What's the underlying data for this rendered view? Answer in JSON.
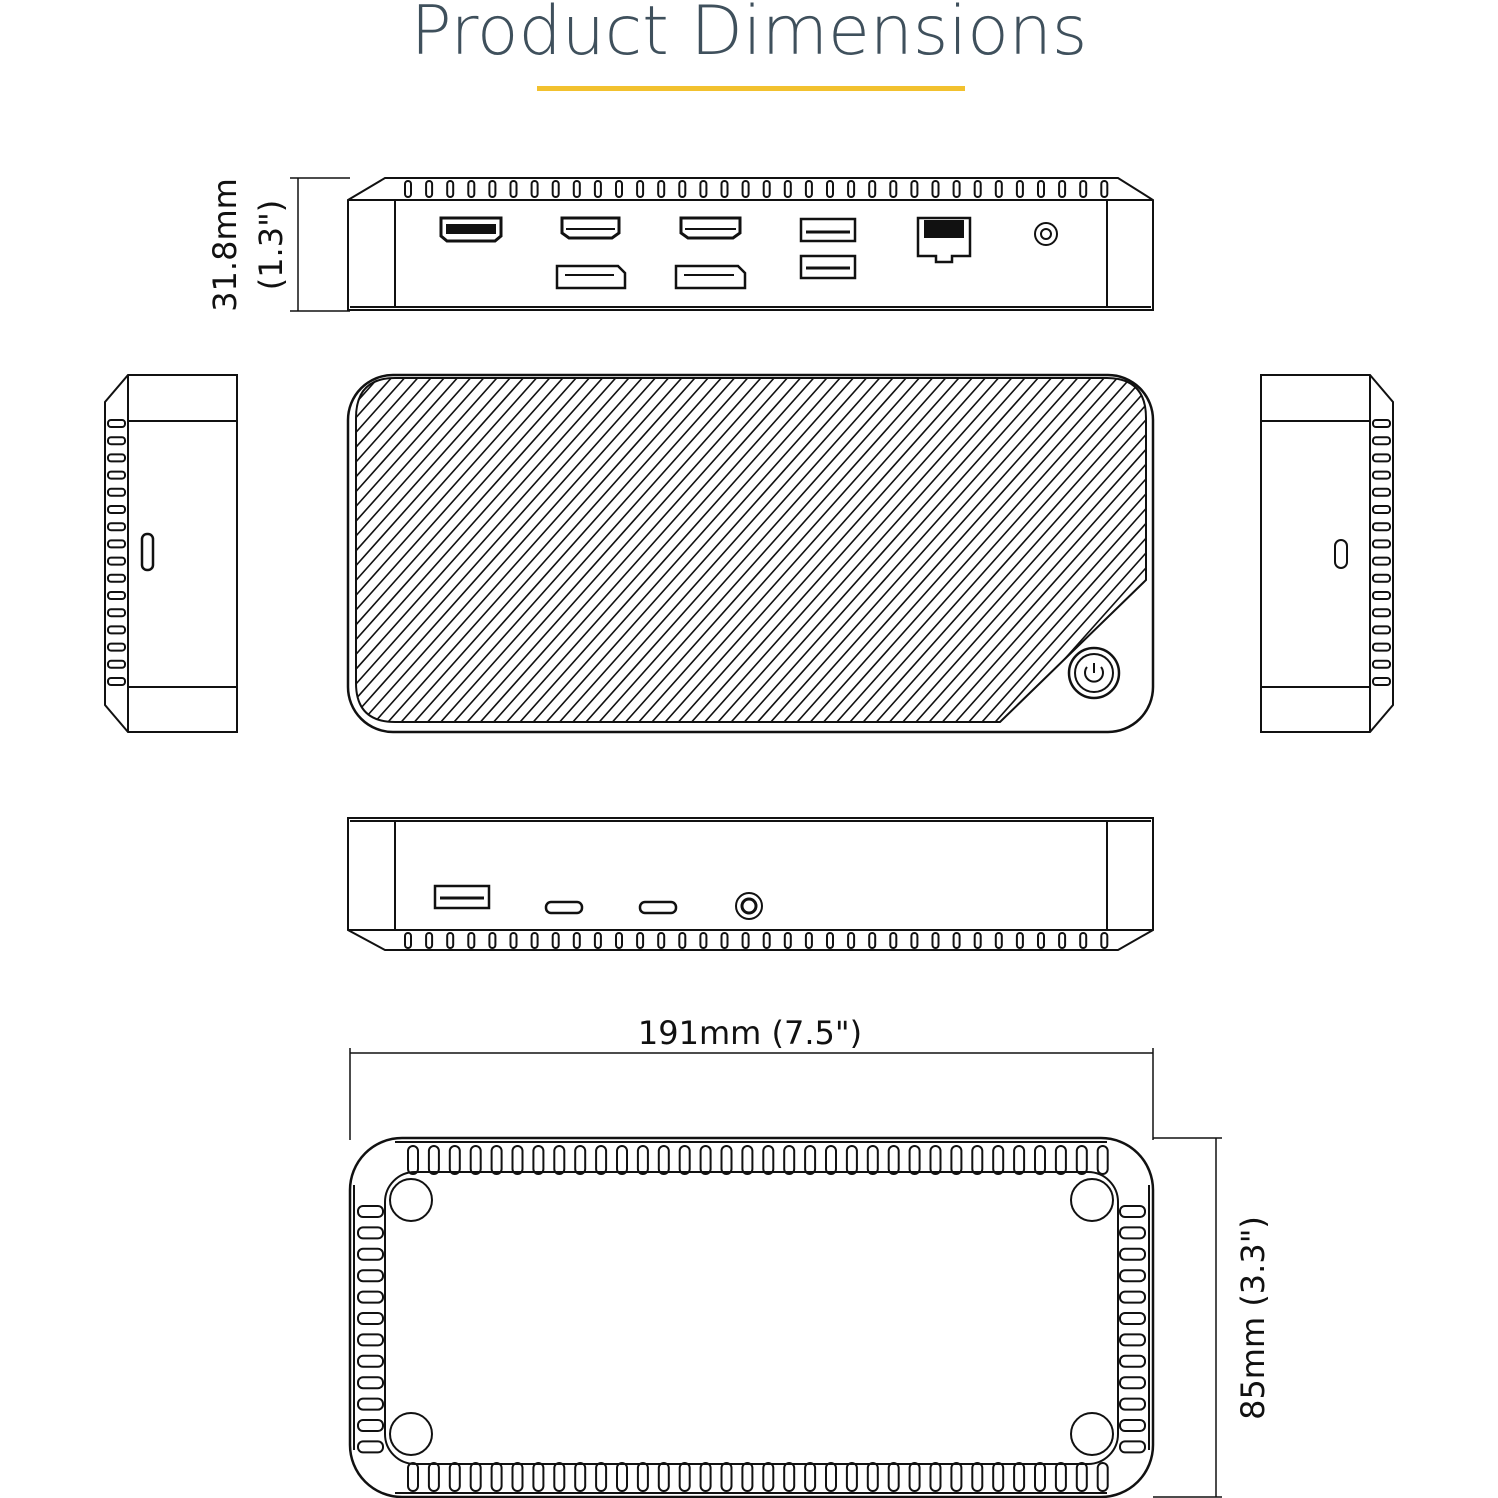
{
  "title": "Product Dimensions",
  "colors": {
    "accent": "#f2c12e",
    "title": "#3f505c",
    "line": "#111111"
  },
  "dimensions": {
    "height_mm": "31.8mm",
    "height_in": "(1.3\")",
    "width": "191mm (7.5\")",
    "depth": "85mm (3.3\")"
  },
  "views": {
    "front_ports": [
      "hdmi",
      "hdmi",
      "hdmi",
      "displayport",
      "displayport",
      "usb-a",
      "usb-a",
      "ethernet",
      "dc-power"
    ],
    "rear_ports": [
      "usb-a",
      "usb-c",
      "usb-c",
      "audio-jack"
    ],
    "side_ports": [
      "usb-c"
    ],
    "top_features": [
      "power-button"
    ]
  }
}
